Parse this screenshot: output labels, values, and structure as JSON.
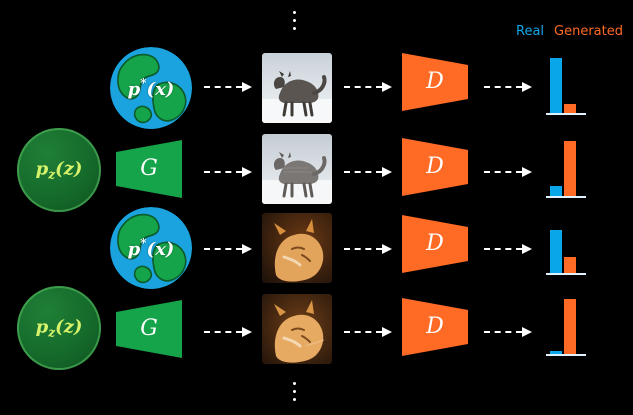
{
  "legend": {
    "real": "Real",
    "generated": "Generated"
  },
  "labels": {
    "D": "D",
    "G": "G",
    "p_data": "p*(x)",
    "p_z": "p_z(z)"
  },
  "colors": {
    "background": "#000000",
    "real": "#0aa6ea",
    "generated": "#ff6a24",
    "generator": "#16a44a",
    "discriminator": "#ff6a24",
    "earth_ocean": "#1aa3de",
    "earth_land": "#16a44a",
    "pz_text": "#d7f36b"
  },
  "icons": {
    "ellipsis_top": "vertical-ellipsis-icon",
    "ellipsis_bottom": "vertical-ellipsis-icon",
    "arrow": "dashed-right-arrow-icon"
  },
  "rows": [
    {
      "source": "p_data",
      "image": "real-gray-cat",
      "score": {
        "real": 0.95,
        "generated": 0.15
      }
    },
    {
      "source": "generator",
      "image": "generated-gray-cat",
      "score": {
        "real": 0.18,
        "generated": 0.95
      }
    },
    {
      "source": "p_data",
      "image": "real-orange-cat",
      "score": {
        "real": 0.75,
        "generated": 0.28
      }
    },
    {
      "source": "generator",
      "image": "generated-orange-cat",
      "score": {
        "real": 0.06,
        "generated": 0.95
      }
    }
  ]
}
